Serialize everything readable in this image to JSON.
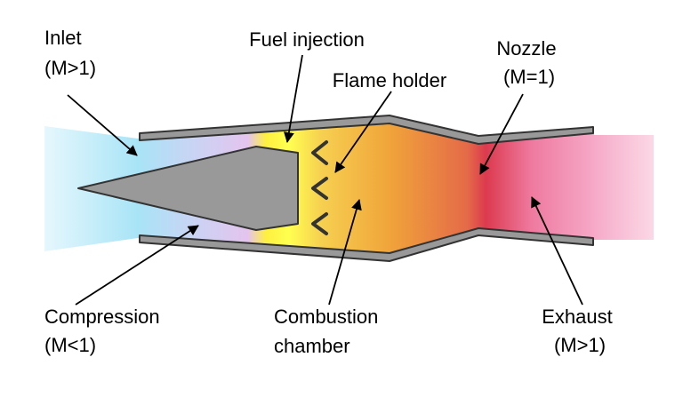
{
  "labels": {
    "inlet": {
      "line1": "Inlet",
      "line2": "(M>1)"
    },
    "fuel_injection": {
      "line1": "Fuel injection"
    },
    "flame_holder": {
      "line1": "Flame holder"
    },
    "nozzle": {
      "line1": "Nozzle",
      "line2": "(M=1)"
    },
    "compression": {
      "line1": "Compression",
      "line2": "(M<1)"
    },
    "combustion": {
      "line1": "Combustion",
      "line2": "chamber"
    },
    "exhaust": {
      "line1": "Exhaust",
      "line2": "(M>1)"
    }
  },
  "colors": {
    "inlet_flow": "#a8e4f6",
    "compression_flow": "#d6c8f0",
    "compression_pink": "#f3b8e6",
    "fuel_yellow": "#ffff40",
    "combustion_orange": "#f0a23a",
    "nozzle_red": "#dc3a4e",
    "exhaust_pink": "#f8c0d8",
    "engine_gray": "#999999",
    "outline": "#333333"
  }
}
